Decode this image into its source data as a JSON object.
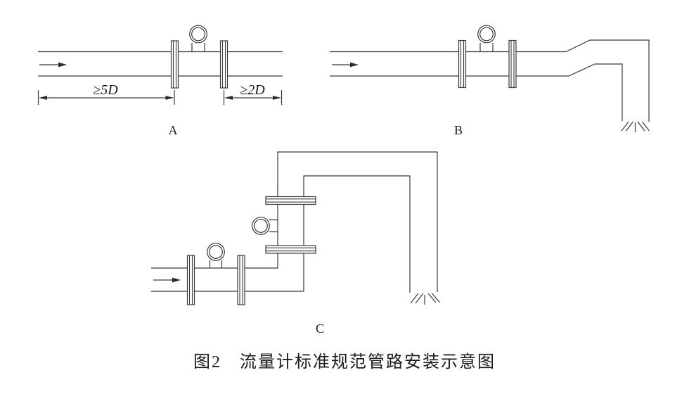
{
  "figure": {
    "caption": "图2　流量计标准规范管路安装示意图",
    "background": "#ffffff",
    "line_color": "#3a3a3a",
    "text_color": "#1c1c1c"
  },
  "diagrams": {
    "a": {
      "label": "A",
      "upstream_dim": "≥5D",
      "downstream_dim": "≥2D"
    },
    "b": {
      "label": "B"
    },
    "c": {
      "label": "C"
    }
  },
  "icons": {
    "flow_arrow": "→",
    "gauge": "concentric-circles",
    "flange": "double-bar",
    "drain_outlet": "open-end-hatch"
  }
}
